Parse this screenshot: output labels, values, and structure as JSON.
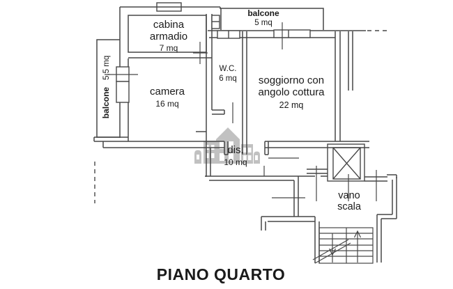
{
  "title": "PIANO QUARTO",
  "rooms": {
    "balcone_top": {
      "name": "balcone",
      "area": "5 mq"
    },
    "balcone_left": {
      "name": "balcone",
      "area": "5,5 mq"
    },
    "cabina_armadio": {
      "line1": "cabina",
      "line2": "armadio",
      "area": "7 mq"
    },
    "camera": {
      "name": "camera",
      "area": "16 mq"
    },
    "wc": {
      "name": "W.C.",
      "area": "6 mq"
    },
    "soggiorno": {
      "line1": "soggiorno con",
      "line2": "angolo cottura",
      "area": "22 mq"
    },
    "dis": {
      "name": "dis.",
      "area": "10 mq"
    },
    "vano_scala": {
      "line1": "vano",
      "line2": "scala"
    }
  },
  "colors": {
    "wall_line": "#474747",
    "text": "#1a1a1a",
    "watermark_gray": "#b4b4b4",
    "background": "#ffffff"
  }
}
